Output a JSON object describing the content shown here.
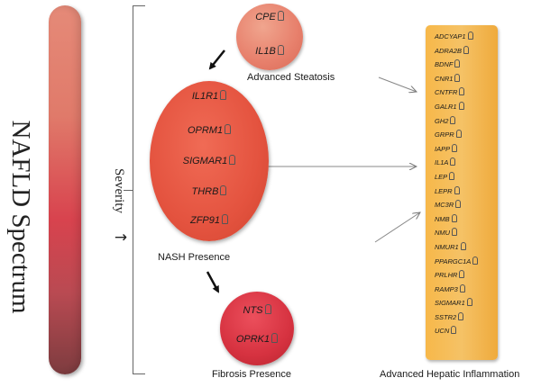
{
  "spectrum": {
    "title": "NAFLD Spectrum",
    "severity_label": "Severity",
    "severity_arrow": "→"
  },
  "steatosis": {
    "genes": [
      "CPE",
      "IL1B"
    ],
    "caption": "Advanced Steatosis"
  },
  "nash": {
    "genes": [
      "IL1R1",
      "OPRM1",
      "SIGMAR1",
      "THRB",
      "ZFP91"
    ],
    "caption": "NASH Presence"
  },
  "fibrosis": {
    "genes": [
      "NTS",
      "OPRK1"
    ],
    "caption": "Fibrosis Presence"
  },
  "inflammation": {
    "genes": [
      "ADCYAP1",
      "ADRA2B",
      "BDNF",
      "CNR1",
      "CNTFR",
      "GALR1",
      "GH2",
      "GRPR",
      "IAPP",
      "IL1A",
      "LEP",
      "LEPR",
      "MC3R",
      "NMB",
      "NMU",
      "NMUR1",
      "PPARGC1A",
      "PRLHR",
      "RAMP3",
      "SIGMAR1",
      "SSTR2",
      "UCN"
    ],
    "caption": "Advanced Hepatic Inflammation"
  },
  "colors": {
    "steatosis": "#e77f6b",
    "nash": "#e4533f",
    "fibrosis": "#d63240",
    "inflammation": "#f5c266",
    "bar_top": "#e58a78",
    "bar_bottom": "#7d3c3f"
  }
}
